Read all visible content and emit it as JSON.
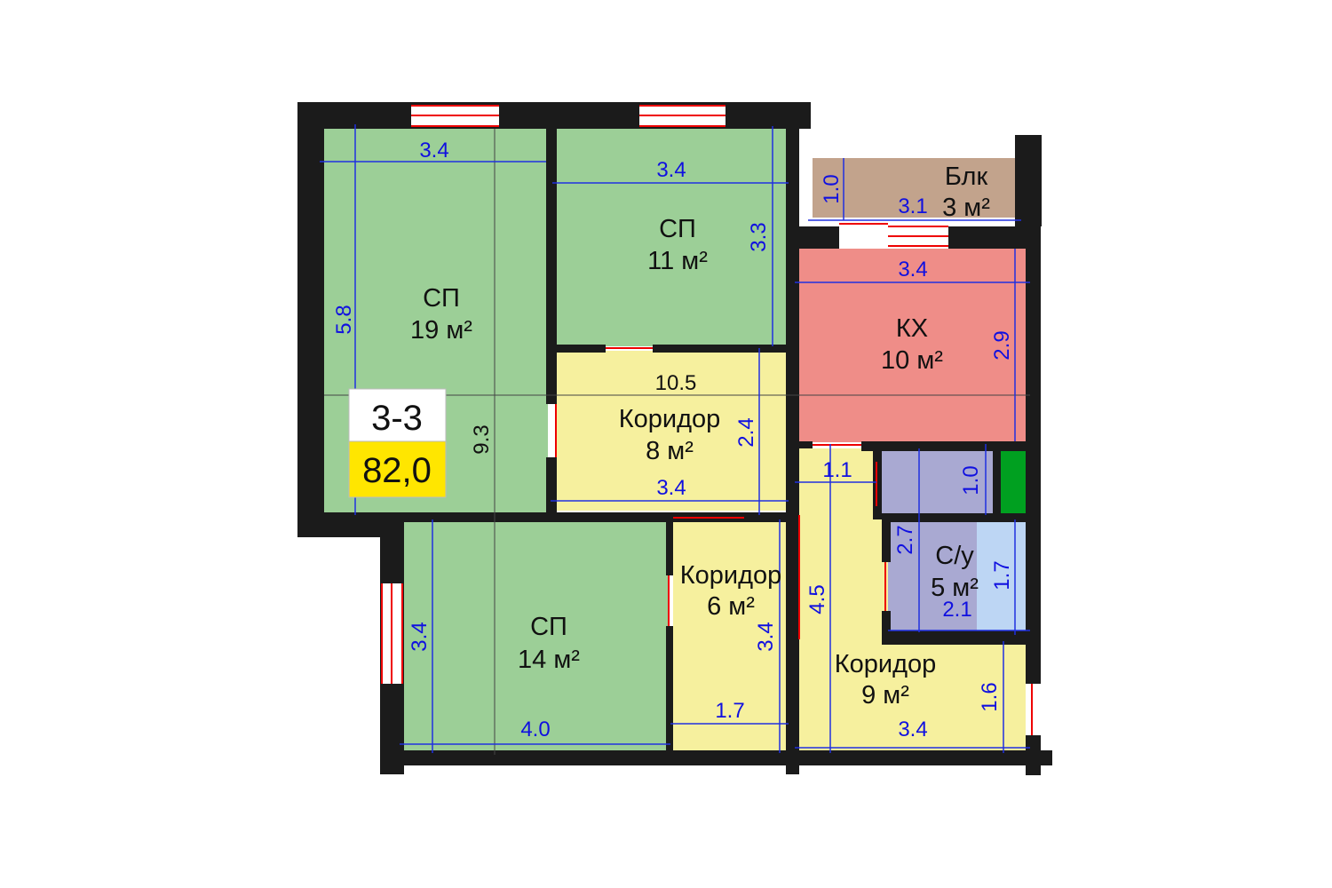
{
  "plan": {
    "apartment_type": "3-3",
    "total_area": "82,0",
    "colors": {
      "living": "#9ccf97",
      "corridor": "#f6f09e",
      "kitchen": "#ef8d88",
      "balcony": "#c2a38c",
      "bathroom": "#a9a9d2",
      "bath_light": "#bdd6f4",
      "shaft": "#00a020",
      "wall": "#1b1b1b",
      "dimension": "#1010e0"
    },
    "rooms": [
      {
        "name": "СП",
        "area": "19 м²",
        "dims": [
          "3.4",
          "5.8"
        ]
      },
      {
        "name": "СП",
        "area": "11 м²",
        "dims": [
          "3.4",
          "3.3"
        ]
      },
      {
        "name": "Блк",
        "area": "3 м²",
        "dims": [
          "3.1",
          "1.0"
        ]
      },
      {
        "name": "КХ",
        "area": "10 м²",
        "dims": [
          "3.4",
          "2.9"
        ]
      },
      {
        "name": "Коридор",
        "area": "8 м²",
        "dims": [
          "10.5",
          "3.4",
          "2.4"
        ]
      },
      {
        "name": "СП",
        "area": "14 м²",
        "dims": [
          "4.0",
          "3.4"
        ]
      },
      {
        "name": "Коридор",
        "area": "6 м²",
        "dims": [
          "1.7",
          "3.4"
        ]
      },
      {
        "name": "С/у",
        "area": "5 м²",
        "dims": [
          "2.1",
          "1.7",
          "2.7",
          "1.0"
        ]
      },
      {
        "name": "Коридор",
        "area": "9 м²",
        "dims": [
          "3.4",
          "1.6",
          "4.5",
          "1.1"
        ]
      }
    ],
    "overall_dims": [
      "9.3"
    ]
  }
}
